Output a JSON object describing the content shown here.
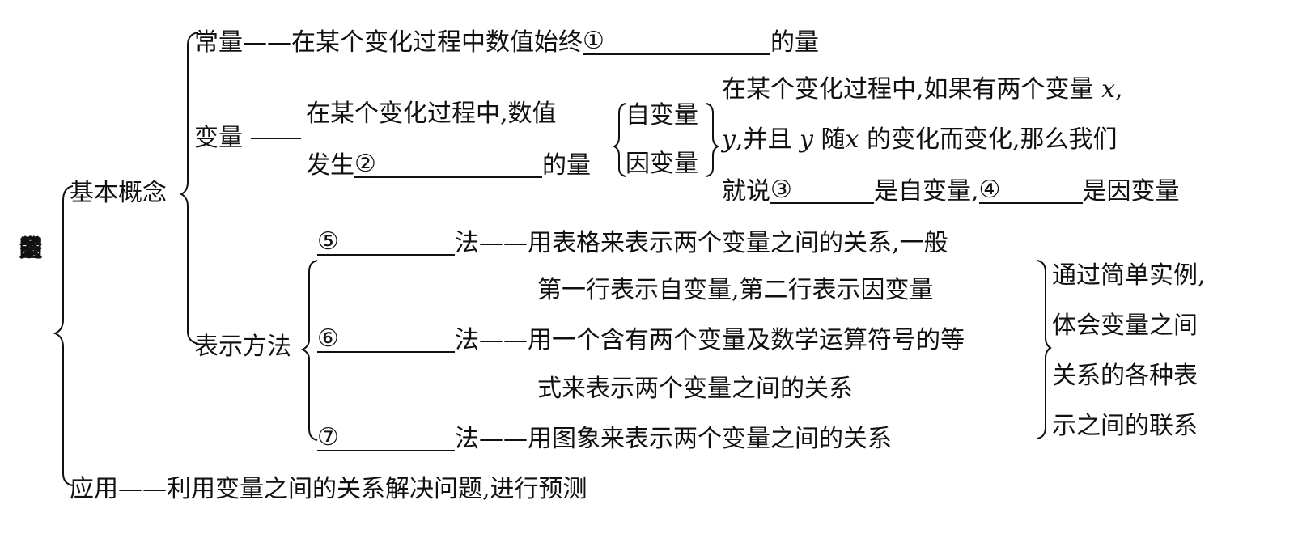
{
  "root": [
    "变",
    "量",
    "之",
    "间",
    "的",
    "关",
    "系"
  ],
  "basic": {
    "label": "基本概念"
  },
  "constant": {
    "label": "常量",
    "dash": "——",
    "desc_pre": "在某个变化过程中数值始终",
    "blank": "①",
    "desc_post": "的量"
  },
  "variable": {
    "label": "变量",
    "dash": "——",
    "desc_line1": "在某个变化过程中,数值",
    "desc_line2_pre": "发生",
    "blank": "②",
    "desc_line2_post": "的量",
    "types": [
      "自变量",
      "因变量"
    ],
    "explain": {
      "line1": "在某个变化过程中,如果有两个变量",
      "var_x": "x",
      "comma": ",",
      "var_y": "y",
      "line2_a": ",并且",
      "line2_b": "随",
      "line2_c": "的变化而变化,那么我们",
      "line3_pre": "就说",
      "blank3": "③",
      "line3_mid": "是自变量,",
      "blank4": "④",
      "line3_post": "是因变量"
    }
  },
  "methods": {
    "label": "表示方法",
    "items": [
      {
        "blank": "⑤",
        "suffix": "法",
        "dash": "——",
        "line1": "用表格来表示两个变量之间的关系,一般",
        "line2": "第一行表示自变量,第二行表示因变量"
      },
      {
        "blank": "⑥",
        "suffix": "法",
        "dash": "——",
        "line1": "用一个含有两个变量及数学运算符号的等",
        "line2": "式来表示两个变量之间的关系"
      },
      {
        "blank": "⑦",
        "suffix": "法",
        "dash": "——",
        "line1": "用图象来表示两个变量之间的关系"
      }
    ],
    "note": [
      "通过简单实例,",
      "体会变量之间",
      "关系的各种表",
      "示之间的联系"
    ]
  },
  "application": {
    "label": "应用",
    "dash": "——",
    "desc": "利用变量之间的关系解决问题,进行预测"
  }
}
